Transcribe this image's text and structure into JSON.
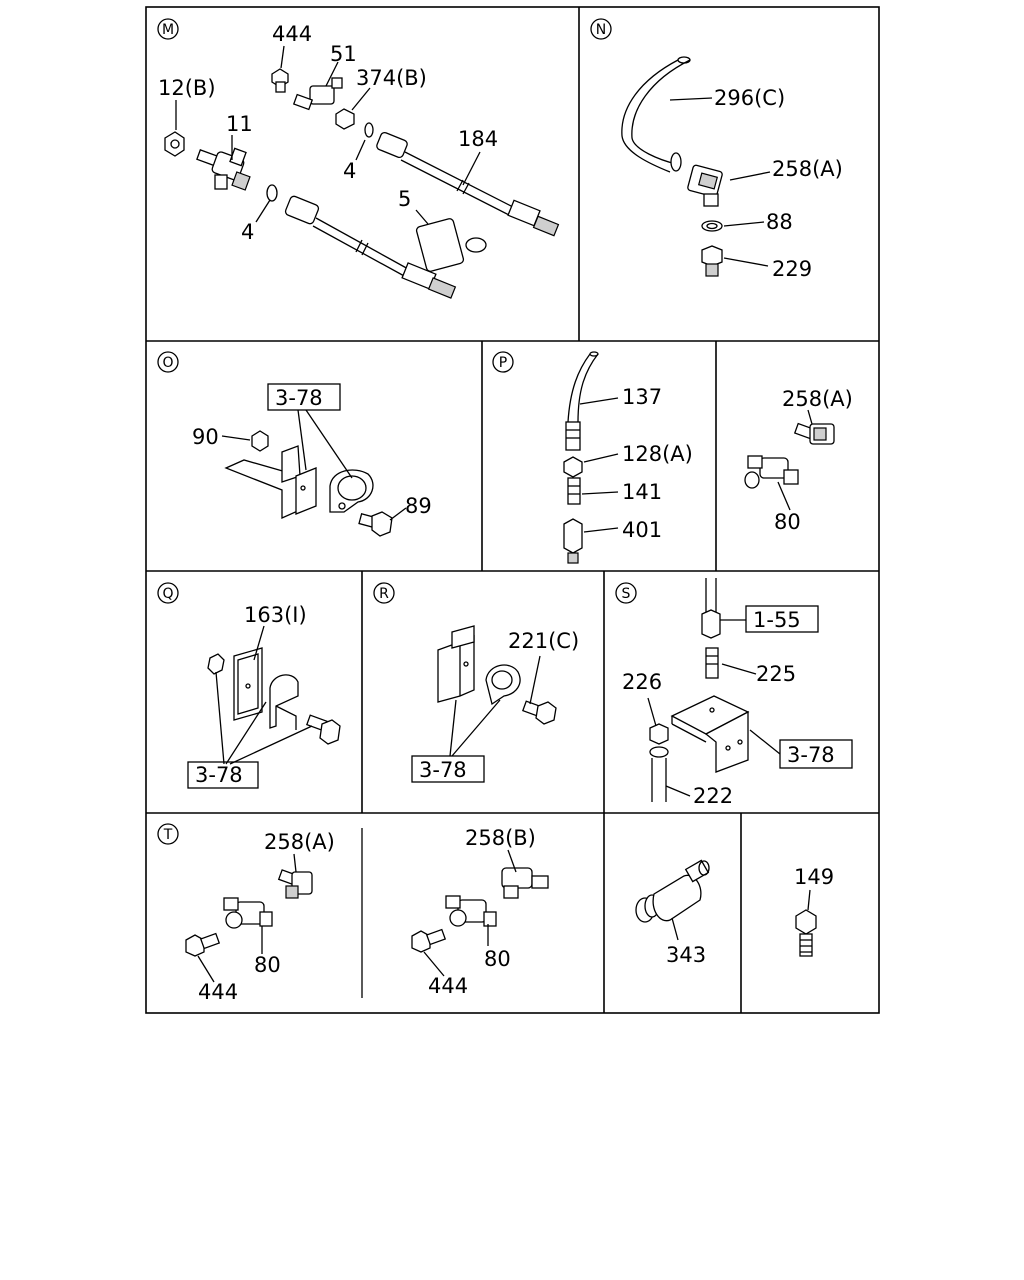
{
  "sections": [
    {
      "id": "M",
      "parts": [
        "444",
        "51",
        "374(B)",
        "12(B)",
        "11",
        "184",
        "4",
        "4",
        "5"
      ]
    },
    {
      "id": "N",
      "parts": [
        "296(C)",
        "258(A)",
        "88",
        "229"
      ]
    },
    {
      "id": "O",
      "parts": [
        "3-78",
        "90",
        "89"
      ]
    },
    {
      "id": "P",
      "parts": [
        "137",
        "128(A)",
        "141",
        "401"
      ]
    },
    {
      "id": "P2",
      "parts": [
        "258(A)",
        "80"
      ]
    },
    {
      "id": "Q",
      "parts": [
        "163(I)",
        "3-78"
      ]
    },
    {
      "id": "R",
      "parts": [
        "221(C)",
        "3-78"
      ]
    },
    {
      "id": "S",
      "parts": [
        "1-55",
        "225",
        "226",
        "3-78",
        "222"
      ]
    },
    {
      "id": "T",
      "parts": [
        "258(A)",
        "80",
        "444"
      ]
    },
    {
      "id": "T2",
      "parts": [
        "258(B)",
        "80",
        "444"
      ]
    },
    {
      "id": "U",
      "parts": [
        "343"
      ]
    },
    {
      "id": "V",
      "parts": [
        "149"
      ]
    }
  ],
  "section_letters": {
    "M": "M",
    "N": "N",
    "O": "O",
    "P": "P",
    "Q": "Q",
    "R": "R",
    "S": "S",
    "T": "T"
  }
}
